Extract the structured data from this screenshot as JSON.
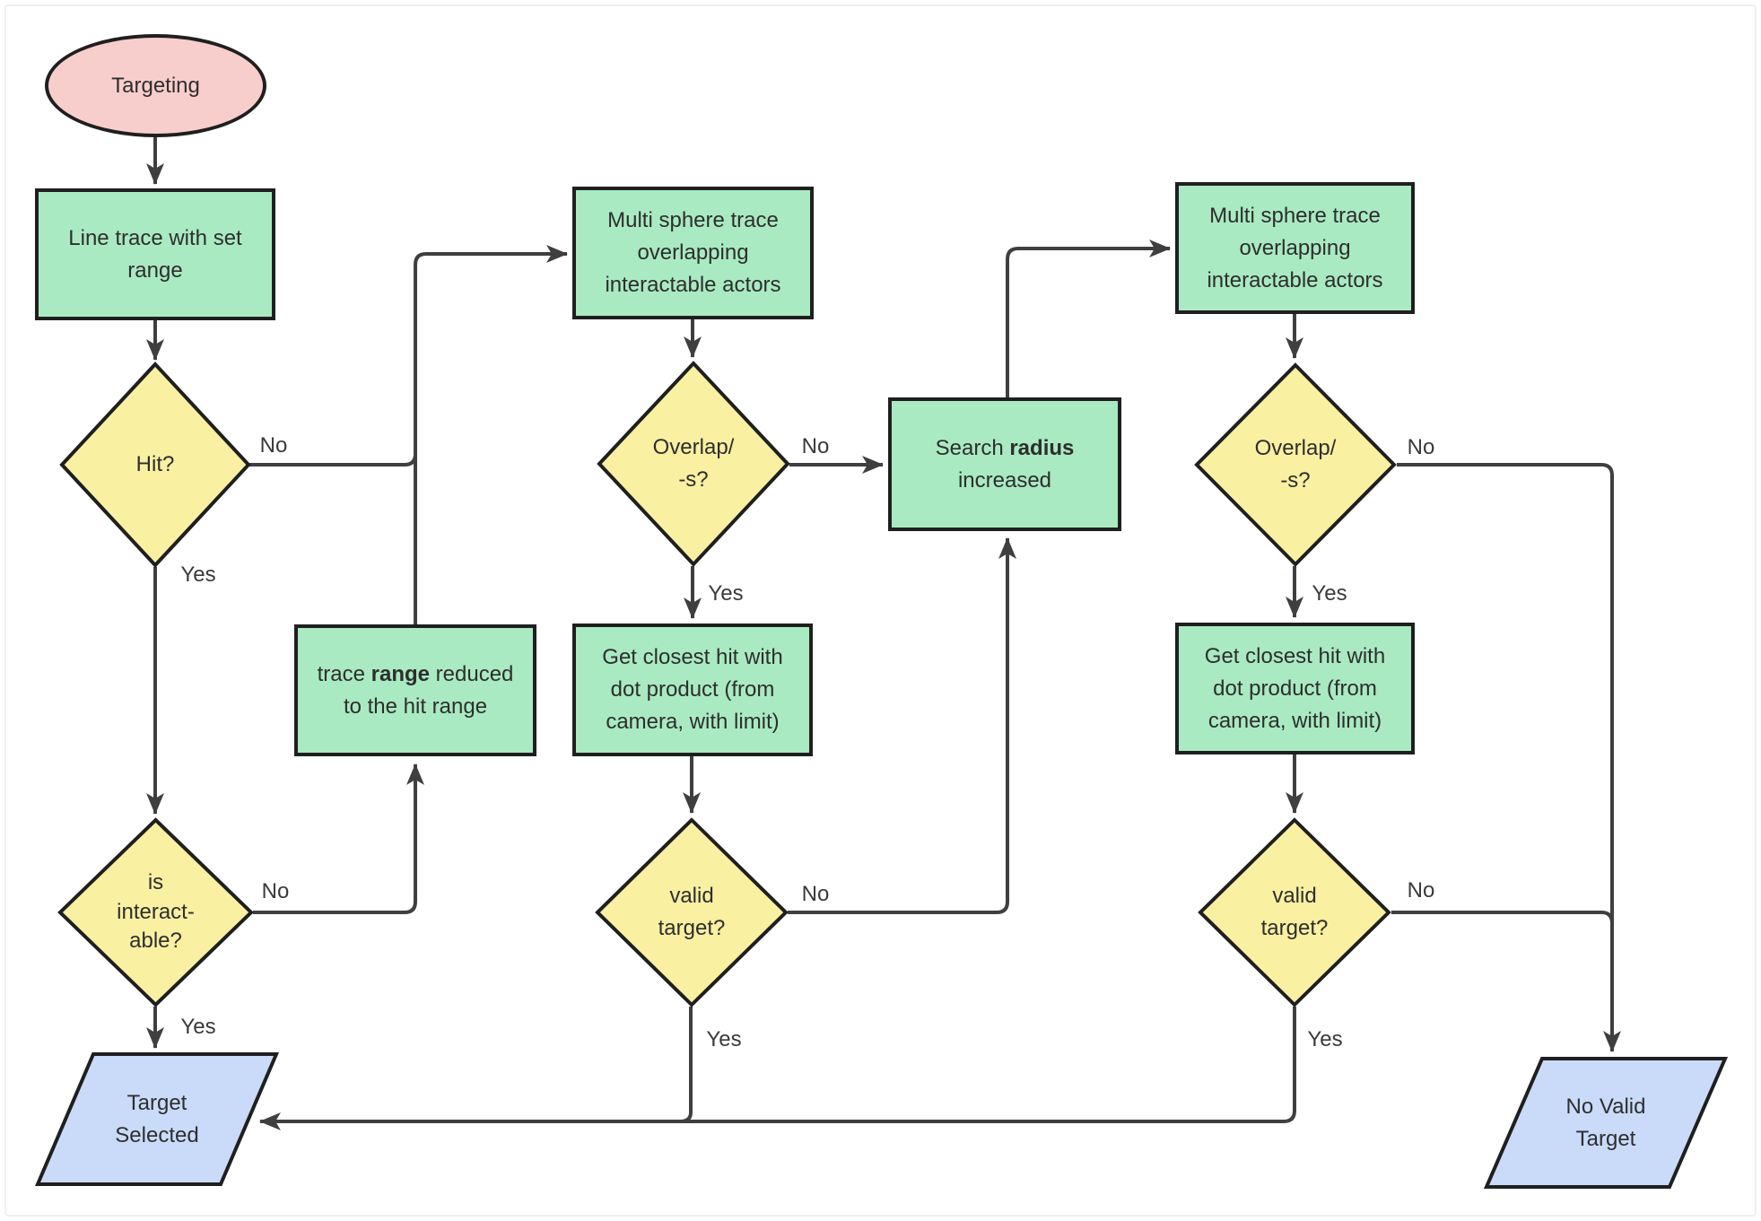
{
  "title": "Targeting flowchart",
  "colors": {
    "canvas_bg": "#ffffff",
    "process_fill": "#a9eac2",
    "decision_fill": "#faf0a2",
    "terminator_fill": "#f8cecc",
    "io_fill": "#c9dbf9",
    "shape_border": "#1f1f1f",
    "edge_line": "#3f3f3f",
    "text_color": "#2e2e2e",
    "label_color": "#3a3a3a"
  },
  "nodes": {
    "start": {
      "label": "Targeting"
    },
    "line_trace": {
      "label": "Line trace with set range"
    },
    "hit": {
      "label": "Hit?"
    },
    "is_interactable": {
      "label": "is\ninteract-\nable?"
    },
    "trace_range": {
      "parts": [
        {
          "t": "trace "
        },
        {
          "t": "range",
          "bold": true
        },
        {
          "t": " reduced to the hit range"
        }
      ]
    },
    "multi_sphere_left": {
      "label": "Multi sphere trace overlapping interactable actors"
    },
    "overlaps_left": {
      "label": "Overlap/\n-s?"
    },
    "search_radius": {
      "parts": [
        {
          "t": "Search "
        },
        {
          "t": "radius",
          "bold": true
        },
        {
          "t": " increased"
        }
      ]
    },
    "get_closest_left": {
      "label": "Get closest hit with dot product (from camera, with limit)"
    },
    "valid_target_left": {
      "label": "valid\ntarget?"
    },
    "multi_sphere_right": {
      "label": "Multi sphere trace overlapping interactable actors"
    },
    "overlaps_right": {
      "label": "Overlap/\n-s?"
    },
    "get_closest_right": {
      "label": "Get closest hit with dot product (from camera, with limit)"
    },
    "valid_target_right": {
      "label": "valid\ntarget?"
    },
    "target_selected": {
      "label": "Target\nSelected"
    },
    "no_valid_target": {
      "label": "No Valid\nTarget"
    }
  },
  "edge_labels": {
    "hit_no": "No",
    "hit_yes": "Yes",
    "interactable_no": "No",
    "interactable_yes": "Yes",
    "overlap_left_no": "No",
    "overlap_left_yes": "Yes",
    "valid_left_no": "No",
    "valid_left_yes": "Yes",
    "overlap_right_no": "No",
    "overlap_right_yes": "Yes",
    "valid_right_no": "No",
    "valid_right_yes": "Yes"
  }
}
